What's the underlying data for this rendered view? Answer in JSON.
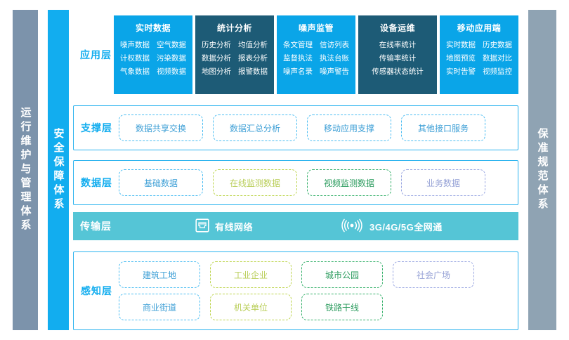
{
  "side_bars": {
    "left": {
      "label": "运行维护与管理体系",
      "color": "#7c93ab"
    },
    "security": {
      "label": "安全保障体系",
      "color": "#12adef"
    },
    "right": {
      "label": "保准规范体系",
      "color": "#8fa3b3"
    }
  },
  "colors": {
    "accent_blue": "#0aa5e8",
    "navy": "#1d5b76",
    "teal": "#55c5d6",
    "olive": "#bcd44a",
    "green": "#35b06a",
    "purple": "#9aa7e2"
  },
  "layers": {
    "application": {
      "label": "应用层",
      "columns": [
        {
          "title": "实时数据",
          "style": "blue",
          "layout": "two-col",
          "items": [
            "噪声数据",
            "空气数据",
            "计权数据",
            "污染数据",
            "气象数据",
            "视频数据"
          ]
        },
        {
          "title": "统计分析",
          "style": "navy",
          "layout": "two-col",
          "items": [
            "历史分析",
            "均值分析",
            "数据分析",
            "报表分析",
            "地图分析",
            "报警数据"
          ]
        },
        {
          "title": "噪声监管",
          "style": "blue",
          "layout": "two-col",
          "items": [
            "条文管理",
            "信访列表",
            "监督执法",
            "执法台账",
            "噪声名录",
            "噪声警告"
          ]
        },
        {
          "title": "设备运维",
          "style": "navy",
          "layout": "one-col",
          "items": [
            "在线率统计",
            "传输率统计",
            "传感器状态统计"
          ]
        },
        {
          "title": "移动应用端",
          "style": "blue",
          "layout": "two-col",
          "items": [
            "实时数据",
            "历史数据",
            "地图预览",
            "数据对比",
            "实时告警",
            "视频监控"
          ]
        }
      ]
    },
    "support": {
      "label": "支撑层",
      "rows": [
        [
          {
            "text": "数据共享交换",
            "style": "c-blue"
          },
          {
            "text": "数据汇总分析",
            "style": "c-blue"
          },
          {
            "text": "移动应用支撑",
            "style": "c-blue"
          },
          {
            "text": "其他接口服务",
            "style": "c-blue"
          }
        ]
      ]
    },
    "data": {
      "label": "数据层",
      "rows": [
        [
          {
            "text": "基础数据",
            "style": "c-blue"
          },
          {
            "text": "在线监测数据",
            "style": "c-olive"
          },
          {
            "text": "视频监测数据",
            "style": "c-green"
          },
          {
            "text": "业务数据",
            "style": "c-purple"
          }
        ]
      ]
    },
    "transmission": {
      "label": "传输层",
      "items": [
        {
          "text": "有线网络",
          "icon": "ethernet-port-icon"
        },
        {
          "text": "3G/4G/5G全网通",
          "icon": "wireless-signal-icon"
        }
      ]
    },
    "perception": {
      "label": "感知层",
      "rows": [
        [
          {
            "text": "建筑工地",
            "style": "c-blue"
          },
          {
            "text": "工业企业",
            "style": "c-olive"
          },
          {
            "text": "城市公园",
            "style": "c-green"
          },
          {
            "text": "社会广场",
            "style": "c-purple"
          }
        ],
        [
          {
            "text": "商业街道",
            "style": "c-blue"
          },
          {
            "text": "机关单位",
            "style": "c-olive"
          },
          {
            "text": "铁路干线",
            "style": "c-green"
          }
        ]
      ]
    }
  }
}
